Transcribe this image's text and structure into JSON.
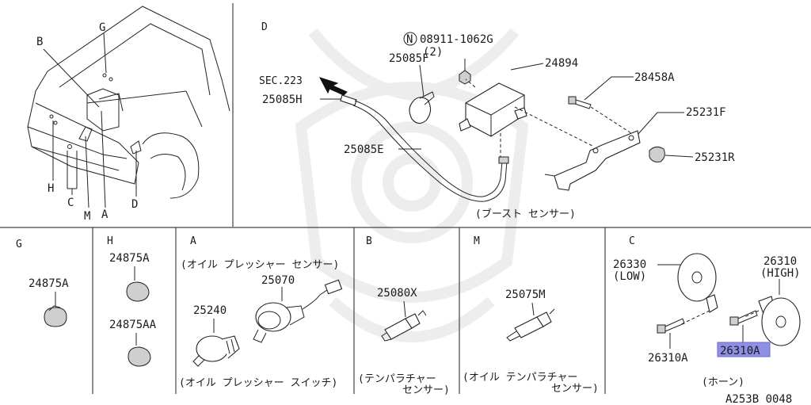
{
  "sections": {
    "d": "D",
    "g": "G",
    "h": "H",
    "a": "A",
    "b": "B",
    "m": "M",
    "c": "C"
  },
  "overview": {
    "b": "B",
    "g": "G",
    "h": "H",
    "c": "C",
    "m": "M",
    "a": "A",
    "d": "D"
  },
  "d_panel": {
    "nut_circle": "N",
    "nut_part": "08911-1062G",
    "nut_qty": "(2)",
    "sensor": "24894",
    "bolt": "28458A",
    "sec_ref": "SEC.223",
    "clip": "25085F",
    "hose_end": "25085H",
    "bracket": "25231F",
    "grommet": "25231R",
    "hose": "25085E",
    "caption": "(ブースト センサー)"
  },
  "g_panel": {
    "part": "24875A"
  },
  "h_panel": {
    "part_a": "24875A",
    "part_aa": "24875AA"
  },
  "a_panel": {
    "caption_top": "(オイル プレッシャー センサー)",
    "sensor": "25070",
    "switch": "25240",
    "caption_bottom": "(オイル プレッシャー スイッチ)"
  },
  "b_panel": {
    "part": "25080X",
    "caption_1": "(テンパラチャー",
    "caption_2": "センサー)"
  },
  "m_panel": {
    "part": "25075M",
    "caption_1": "(オイル テンパラチャー",
    "caption_2": "センサー)"
  },
  "c_panel": {
    "low_part": "26330",
    "low_label": "(LOW)",
    "high_part": "26310",
    "high_label": "(HIGH)",
    "bolt_left": "26310A",
    "bolt_right": "26310A",
    "caption": "(ホーン)",
    "highlight_color": "#8f8fe6"
  },
  "diagram_code": "A253B 0048"
}
